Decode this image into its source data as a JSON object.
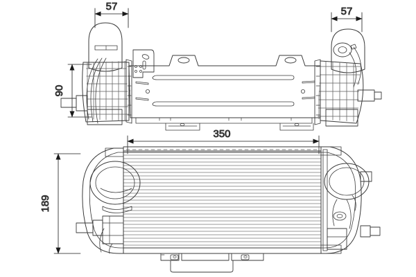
{
  "drawing": {
    "type": "technical-line-drawing",
    "subject": "intercooler-charge-air-cooler",
    "background_color": "#ffffff",
    "line_color": "#3a3a3a",
    "text_color": "#1a1a1a",
    "views": [
      {
        "id": "top-view",
        "label": ""
      },
      {
        "id": "front-view",
        "label": ""
      }
    ]
  },
  "dimensions": {
    "top_left_width": {
      "value": "57",
      "orientation": "horizontal"
    },
    "top_right_width": {
      "value": "57",
      "orientation": "horizontal"
    },
    "top_height": {
      "value": "90",
      "orientation": "vertical"
    },
    "front_width": {
      "value": "350",
      "orientation": "horizontal"
    },
    "front_height": {
      "value": "189",
      "orientation": "vertical"
    }
  }
}
